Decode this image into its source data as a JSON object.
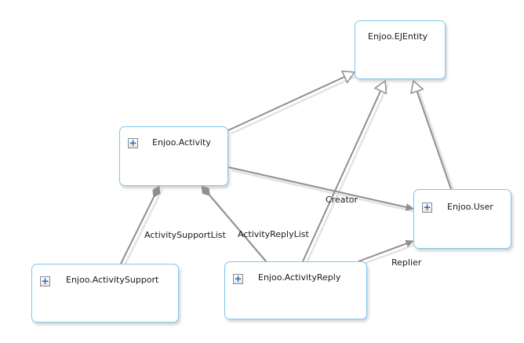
{
  "entities": {
    "ejentity": {
      "name": "Enjoo.EJEntity"
    },
    "activity": {
      "name": "Enjoo.Activity",
      "expander": "+"
    },
    "user": {
      "name": "Enjoo.User",
      "expander": "+"
    },
    "activity_support": {
      "name": "Enjoo.ActivitySupport",
      "expander": "+"
    },
    "activity_reply": {
      "name": "Enjoo.ActivityReply",
      "expander": "+"
    }
  },
  "associations": {
    "creator": "Creator",
    "activity_support_list": "ActivitySupportList",
    "activity_reply_list": "ActivityReplyList",
    "replier": "Replier"
  },
  "colors": {
    "connector": "#8f8f8f",
    "connector_shadow": "#e3e3e3",
    "entity_border": "#7fc6ee",
    "expander_plus": "#2c6bb8"
  }
}
